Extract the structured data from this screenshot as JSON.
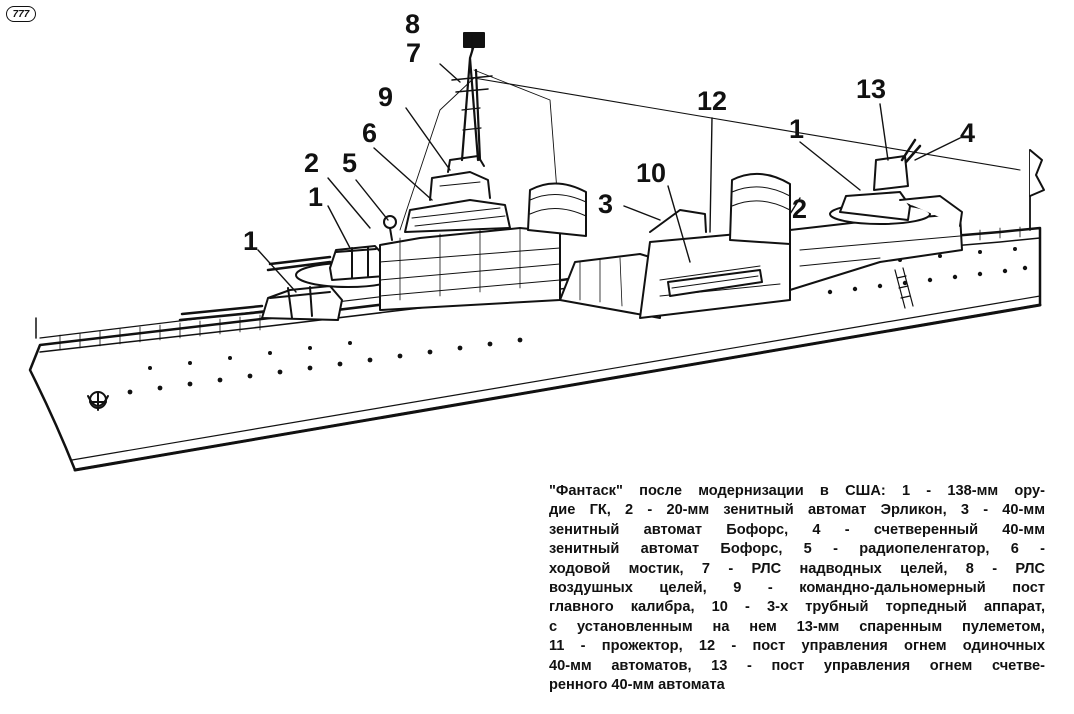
{
  "page_number": "777",
  "callouts": [
    {
      "label": "8"
    },
    {
      "label": "7"
    },
    {
      "label": "9"
    },
    {
      "label": "6"
    },
    {
      "label": "5"
    },
    {
      "label": "2"
    },
    {
      "label": "1"
    },
    {
      "label": "1"
    },
    {
      "label": "12"
    },
    {
      "label": "10"
    },
    {
      "label": "3"
    },
    {
      "label": "13"
    },
    {
      "label": "1"
    },
    {
      "label": "4"
    },
    {
      "label": "2"
    }
  ],
  "caption": {
    "lines": [
      "\"Фантаск\" после модернизации в США: 1 - 138-мм ору-",
      "дие ГК, 2 - 20-мм зенитный автомат Эрликон, 3 - 40-мм",
      "зенитный автомат Бофорс, 4 - счетверенный 40-мм",
      "зенитный автомат Бофорс, 5 - радиопеленгатор, 6 -",
      "ходовой мостик, 7 - РЛС надводных целей, 8 - РЛС",
      "воздушных целей, 9 - командно-дальномерный пост",
      "главного калибра, 10 - 3-х трубный торпедный аппарат,",
      "с установленным на нем 13-мм спаренным пулеметом,",
      "11 - прожектор, 12 - пост управления огнем одиночных",
      "40-мм автоматов, 13 - пост управления огнем счетве-",
      "ренного 40-мм автомата"
    ]
  }
}
